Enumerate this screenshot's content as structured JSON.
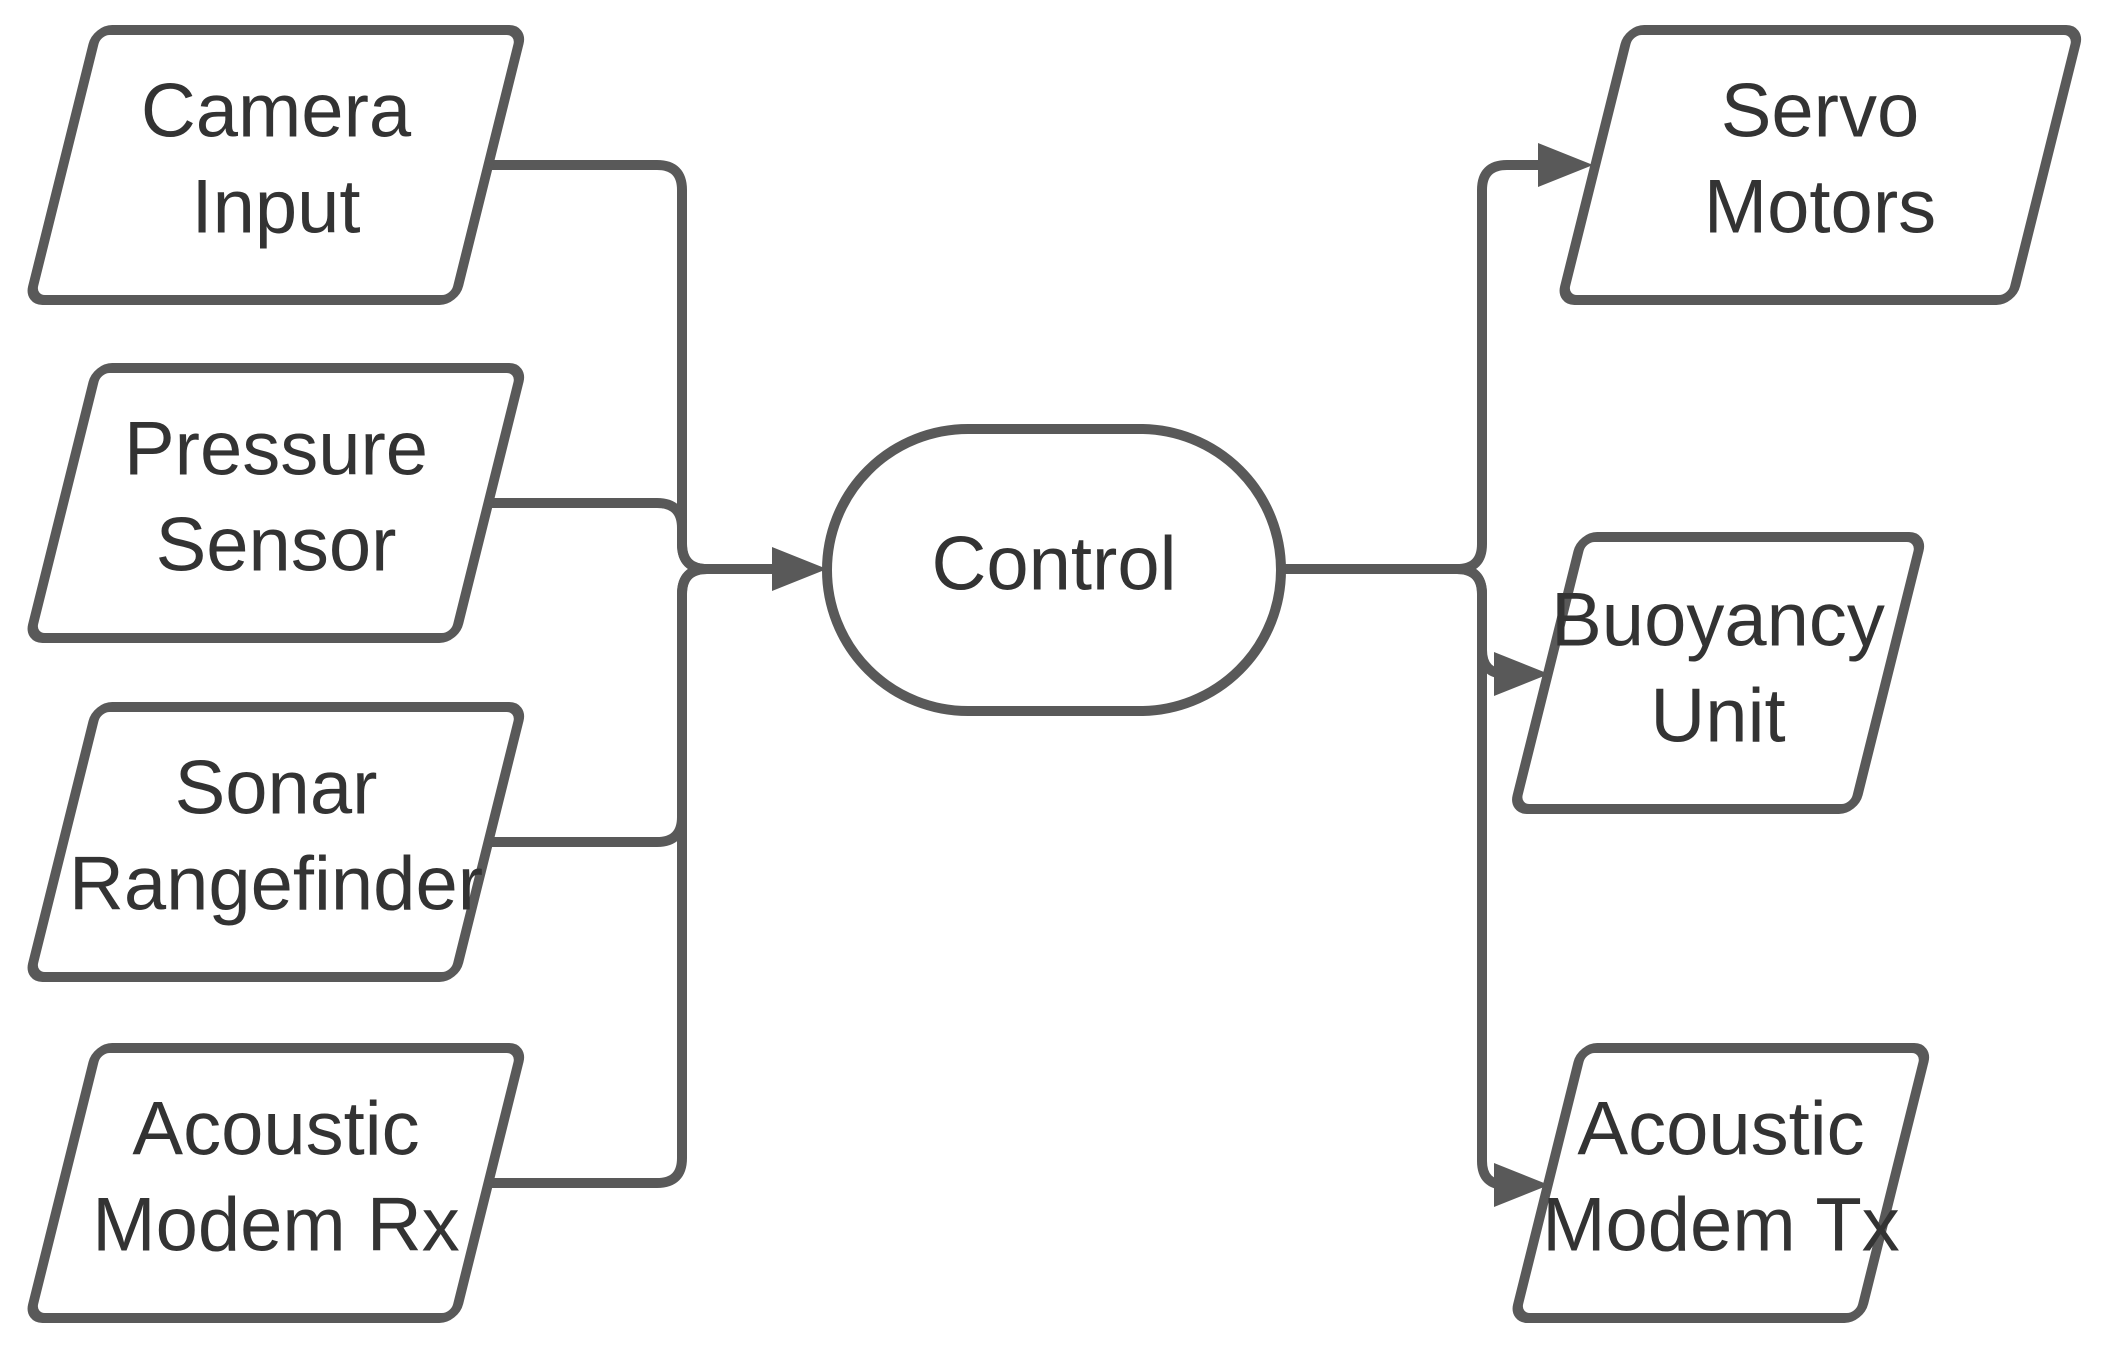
{
  "diagram": {
    "type": "flowchart",
    "direction": "left-to-right",
    "colors": {
      "background": "#ffffff",
      "stroke": "#595959",
      "text": "#333333"
    },
    "nodes": {
      "inputs": [
        {
          "id": "camera-input",
          "shape": "parallelogram",
          "lines": [
            "Camera",
            "Input"
          ]
        },
        {
          "id": "pressure-sensor",
          "shape": "parallelogram",
          "lines": [
            "Pressure",
            "Sensor"
          ]
        },
        {
          "id": "sonar-rangefinder",
          "shape": "parallelogram",
          "lines": [
            "Sonar",
            "Rangefinder"
          ]
        },
        {
          "id": "acoustic-modem-rx",
          "shape": "parallelogram",
          "lines": [
            "Acoustic",
            "Modem Rx"
          ]
        }
      ],
      "process": {
        "id": "control",
        "shape": "stadium",
        "label": "Control"
      },
      "outputs": [
        {
          "id": "servo-motors",
          "shape": "parallelogram",
          "lines": [
            "Servo",
            "Motors"
          ]
        },
        {
          "id": "buoyancy-unit",
          "shape": "parallelogram",
          "lines": [
            "Buoyancy",
            "Unit"
          ]
        },
        {
          "id": "acoustic-modem-tx",
          "shape": "parallelogram",
          "lines": [
            "Acoustic",
            "Modem Tx"
          ]
        }
      ]
    },
    "edges": [
      {
        "from": "camera-input",
        "to": "control",
        "arrow": true
      },
      {
        "from": "pressure-sensor",
        "to": "control",
        "arrow": true
      },
      {
        "from": "sonar-rangefinder",
        "to": "control",
        "arrow": true
      },
      {
        "from": "acoustic-modem-rx",
        "to": "control",
        "arrow": true
      },
      {
        "from": "control",
        "to": "servo-motors",
        "arrow": true
      },
      {
        "from": "control",
        "to": "buoyancy-unit",
        "arrow": true
      },
      {
        "from": "control",
        "to": "acoustic-modem-tx",
        "arrow": true
      }
    ]
  }
}
